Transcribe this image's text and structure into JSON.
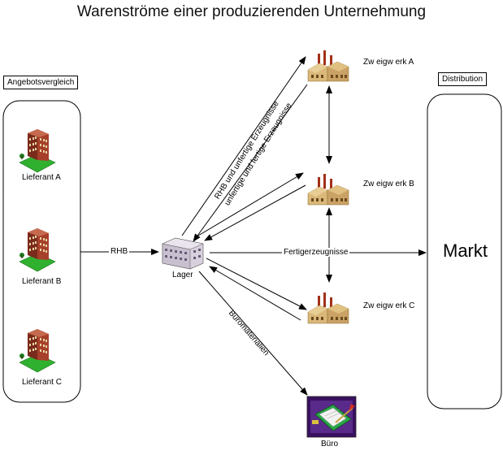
{
  "title": "Warenströme einer produzierenden Unternehmung",
  "left_group": {
    "label": "Angebotsvergleich",
    "suppliers": [
      "Lieferant A",
      "Lieferant B",
      "Lieferant C"
    ]
  },
  "right_group": {
    "label": "Distribution",
    "market": "Markt"
  },
  "center": {
    "warehouse": "Lager",
    "office": "Büro"
  },
  "plants": [
    "Zw eigw erk A",
    "Zw eigw erk B",
    "Zw eigw erk C"
  ],
  "flows": {
    "rhb": "RHB",
    "to_plant_a_upper": "RHB und unfertige Erzeugnisse",
    "to_plant_a_lower": "unfertige und fertige Erzeugnisse",
    "finished_goods": "Fertigerzeugnisse",
    "office_supplies": "Büromaterialien"
  }
}
